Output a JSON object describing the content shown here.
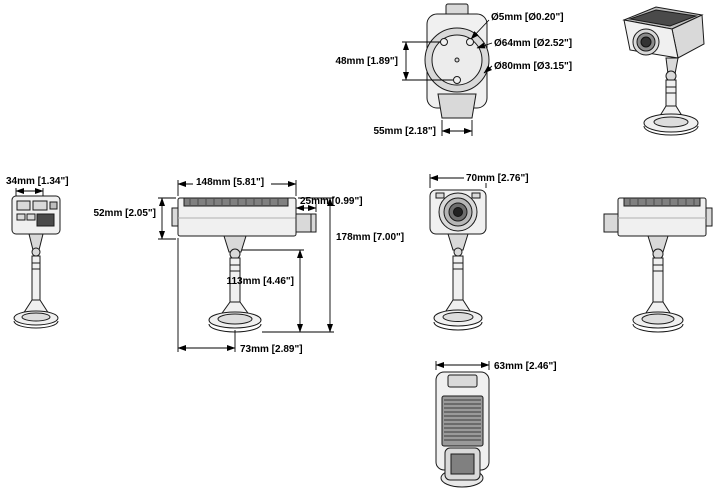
{
  "dims": {
    "hole": "Ø5mm [Ø0.20\"]",
    "circle_inner": "Ø64mm [Ø2.52\"]",
    "circle_outer": "Ø80mm [Ø3.15\"]",
    "hole_spacing": "48mm [1.89\"]",
    "mount_width": "55mm [2.18\"]",
    "rear_width": "34mm [1.34\"]",
    "body_length": "148mm [5.81\"]",
    "body_height": "52mm [2.05\"]",
    "lens_protrusion": "25mm [0.99\"]",
    "total_height": "178mm [7.00\"]",
    "stand_height": "113mm [4.46\"]",
    "base_offset": "73mm [2.89\"]",
    "body_width": "70mm [2.76\"]",
    "top_width": "63mm [2.46\"]"
  }
}
